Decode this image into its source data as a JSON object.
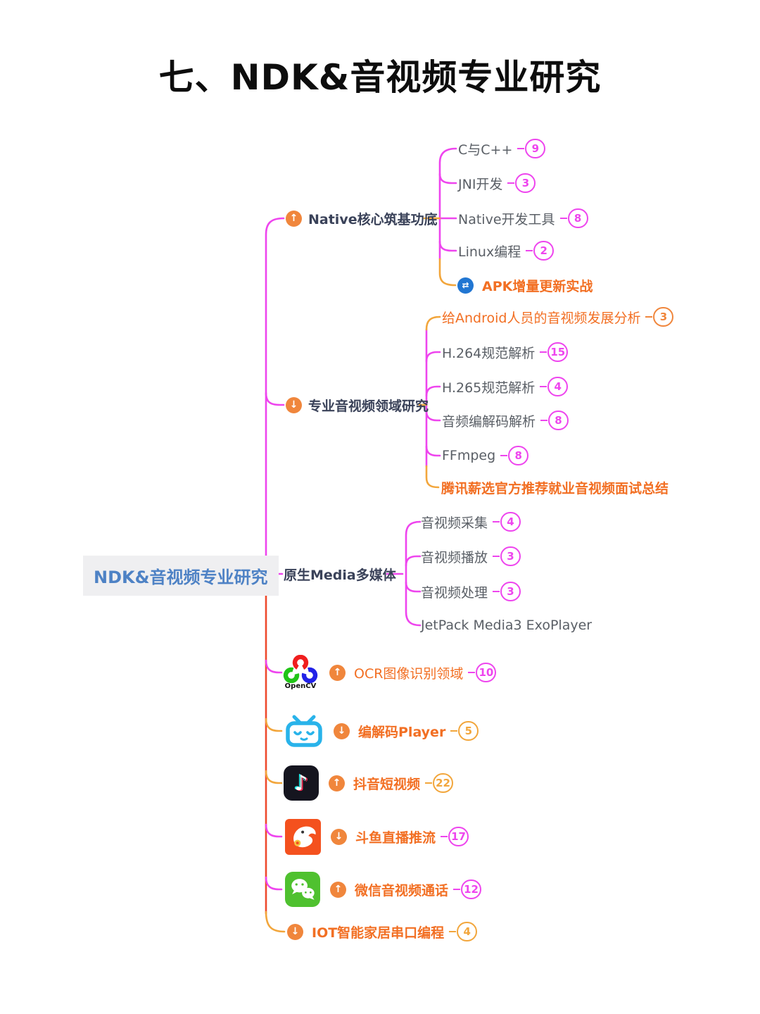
{
  "title": "七、NDK&音视频专业研究",
  "root": {
    "label": "NDK&音视频专业研究"
  },
  "icons": {
    "arrow_up": "↑",
    "arrow_down": "↓",
    "swap": "⇄"
  },
  "branches": [
    {
      "label": "Native核心筑基功底",
      "icon": "arrow-up",
      "children": [
        {
          "label": "C与C++",
          "count": "9"
        },
        {
          "label": "JNI开发",
          "count": "3"
        },
        {
          "label": "Native开发工具",
          "count": "8"
        },
        {
          "label": "Linux编程",
          "count": "2"
        },
        {
          "label": "APK增量更新实战",
          "icon": "swap"
        }
      ]
    },
    {
      "label": "专业音视频领域研究",
      "icon": "arrow-down",
      "children": [
        {
          "label": "给Android人员的音视频发展分析",
          "count": "3"
        },
        {
          "label": "H.264规范解析",
          "count": "15"
        },
        {
          "label": "H.265规范解析",
          "count": "4"
        },
        {
          "label": "音频编解码解析",
          "count": "8"
        },
        {
          "label": "FFmpeg",
          "count": "8"
        },
        {
          "label": "腾讯薪选官方推荐就业音视频面试总结"
        }
      ]
    },
    {
      "label": "原生Media多媒体",
      "children": [
        {
          "label": "音视频采集",
          "count": "4"
        },
        {
          "label": "音视频播放",
          "count": "3"
        },
        {
          "label": "音视频处理",
          "count": "3"
        },
        {
          "label": "JetPack Media3 ExoPlayer"
        }
      ]
    }
  ],
  "leaves": [
    {
      "label": "OCR图像识别领域",
      "count": "10",
      "logo": "opencv",
      "logo_caption": "OpenCV",
      "icon": "arrow-up"
    },
    {
      "label": "编解码Player",
      "count": "5",
      "logo": "bilibili",
      "icon": "arrow-down"
    },
    {
      "label": "抖音短视频",
      "count": "22",
      "logo": "tiktok",
      "icon": "arrow-up"
    },
    {
      "label": "斗鱼直播推流",
      "count": "17",
      "logo": "douyu",
      "icon": "arrow-down"
    },
    {
      "label": "微信音视频通话",
      "count": "12",
      "logo": "wechat",
      "icon": "arrow-up"
    },
    {
      "label": "IOT智能家居串口编程",
      "count": "4",
      "icon": "arrow-down"
    }
  ],
  "colors": {
    "magenta": "#ee45ee",
    "gold": "#f2a63c",
    "red_trunk": "#ee4a2d",
    "orange_text": "#f26f23",
    "icon_orange": "#f0863c",
    "icon_blue": "#2176d2",
    "root_blue": "#4e82c5",
    "branch_navy": "#3a4259",
    "child_gray": "#5a5f66",
    "root_bg": "#efeff1"
  }
}
